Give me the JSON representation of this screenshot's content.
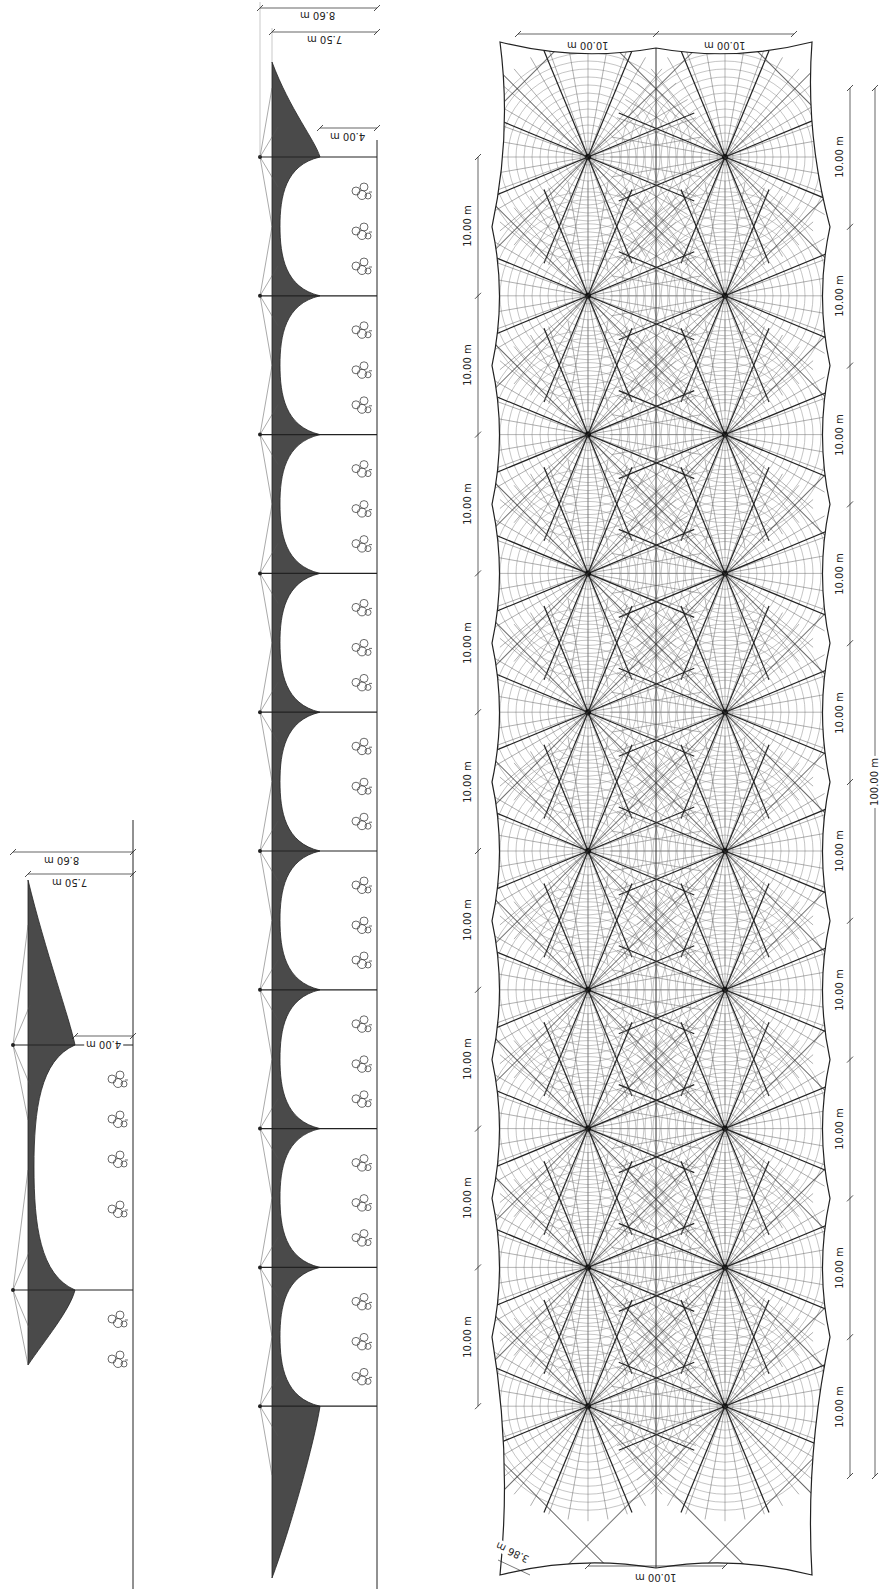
{
  "diagram": {
    "labels": [
      "8.60 m",
      "7.50 m",
      "4.00 m",
      "8.60 m",
      "7.50 m",
      "4.00 m",
      "10.00 m",
      "10.00 m",
      "10.00 m",
      "10.00 m",
      "10.00 m",
      "10.00 m",
      "10.00 m",
      "10.00 m",
      "10.00 m",
      "10.00 m",
      "10.00 m",
      "10.00 m",
      "10.00 m",
      "10.00 m",
      "10.00 m",
      "10.00 m",
      "10.00 m",
      "10.00 m",
      "10.00 m",
      "10.00 m",
      "10.00 m",
      "100.00 m",
      "10.00 m",
      "3.86 m"
    ]
  }
}
